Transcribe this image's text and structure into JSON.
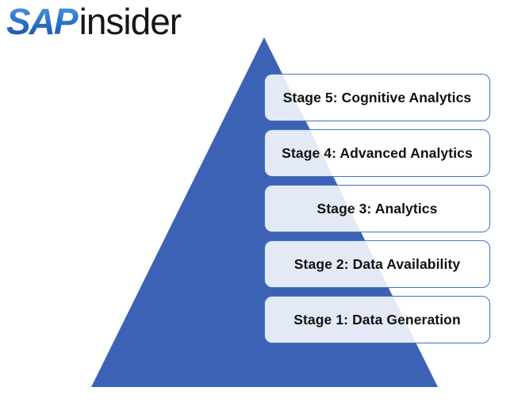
{
  "logo": {
    "sap": "SAP",
    "insider": "insider"
  },
  "pyramid": {
    "type": "pyramid-diagram",
    "stages": [
      {
        "label": "Stage 5: Cognitive Analytics"
      },
      {
        "label": "Stage 4: Advanced Analytics"
      },
      {
        "label": "Stage 3: Analytics"
      },
      {
        "label": "Stage 2: Data Availability"
      },
      {
        "label": "Stage 1: Data Generation"
      }
    ],
    "colors": {
      "triangle": "#3c62b5",
      "box_border": "#4472c4",
      "box_fill": "rgba(255,255,255,0.86)",
      "stage_text": "#111111",
      "logo_blue_top": "#56a3e4",
      "logo_blue_bottom": "#1d4ca0",
      "logo_insider_text": "#161616"
    }
  }
}
